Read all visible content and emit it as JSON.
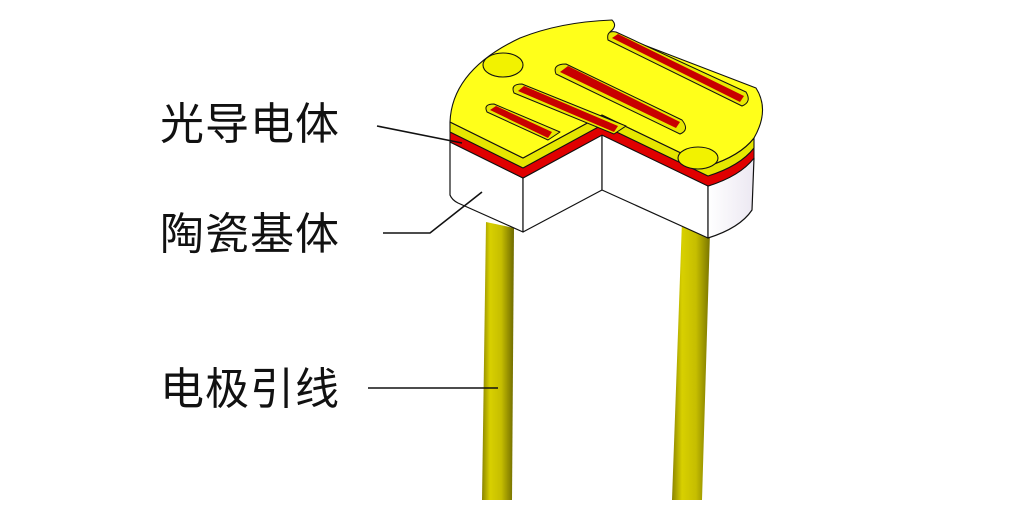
{
  "labels": {
    "photoconductor": "光导电体",
    "ceramic_substrate": "陶瓷基体",
    "electrode_leads": "电极引线"
  },
  "colors": {
    "electrode_yellow": "#ffff1a",
    "photoconductor_red": "#e00000",
    "ceramic_white": "#ffffff",
    "lead_olive": "#c8c000",
    "outline": "#111111"
  }
}
